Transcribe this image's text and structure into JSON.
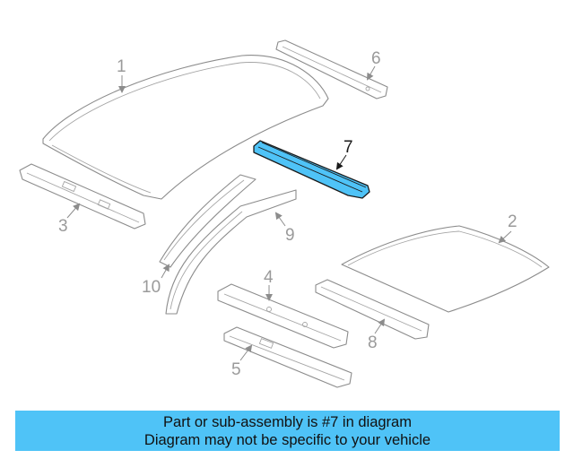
{
  "callouts": {
    "c1": "1",
    "c2": "2",
    "c3": "3",
    "c4": "4",
    "c5": "5",
    "c6": "6",
    "c7": "7",
    "c8": "8",
    "c9": "9",
    "c10": "10"
  },
  "highlight_color": "#4fc3f7",
  "banner": {
    "line1": "Part or sub-assembly is #7 in diagram",
    "line2": "Diagram may not be specific to your vehicle"
  }
}
